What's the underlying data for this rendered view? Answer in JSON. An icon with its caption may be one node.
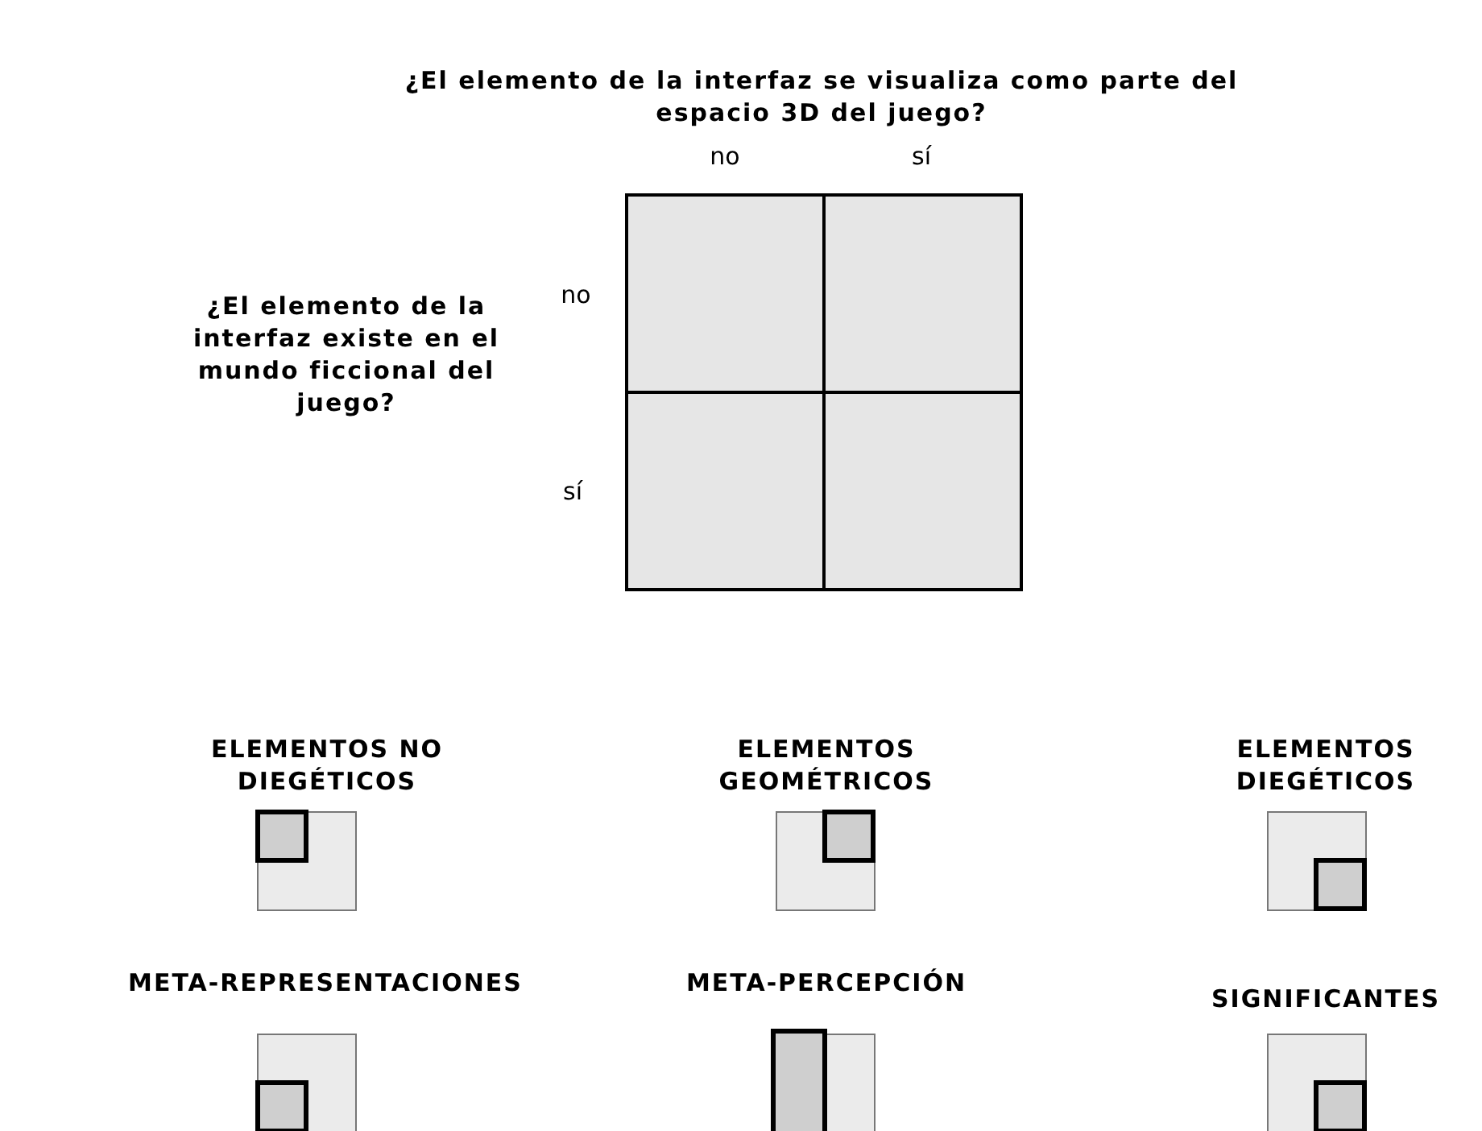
{
  "diagram": {
    "labels": [
      "¿El elemento de la interfaz se visualiza como parte del espacio 3D del juego?",
      "no",
      "sí",
      "¿El elemento de la interfaz existe en el mundo ficcional del juego?",
      "no",
      "sí",
      "ELEMENTOS NO DIEGÉTICOS",
      "ELEMENTOS GEOMÉTRICOS",
      "ELEMENTOS DIEGÉTICOS",
      "META-REPRESENTACIONES",
      "META-PERCEPCIÓN",
      "SIGNIFICANTES"
    ]
  }
}
